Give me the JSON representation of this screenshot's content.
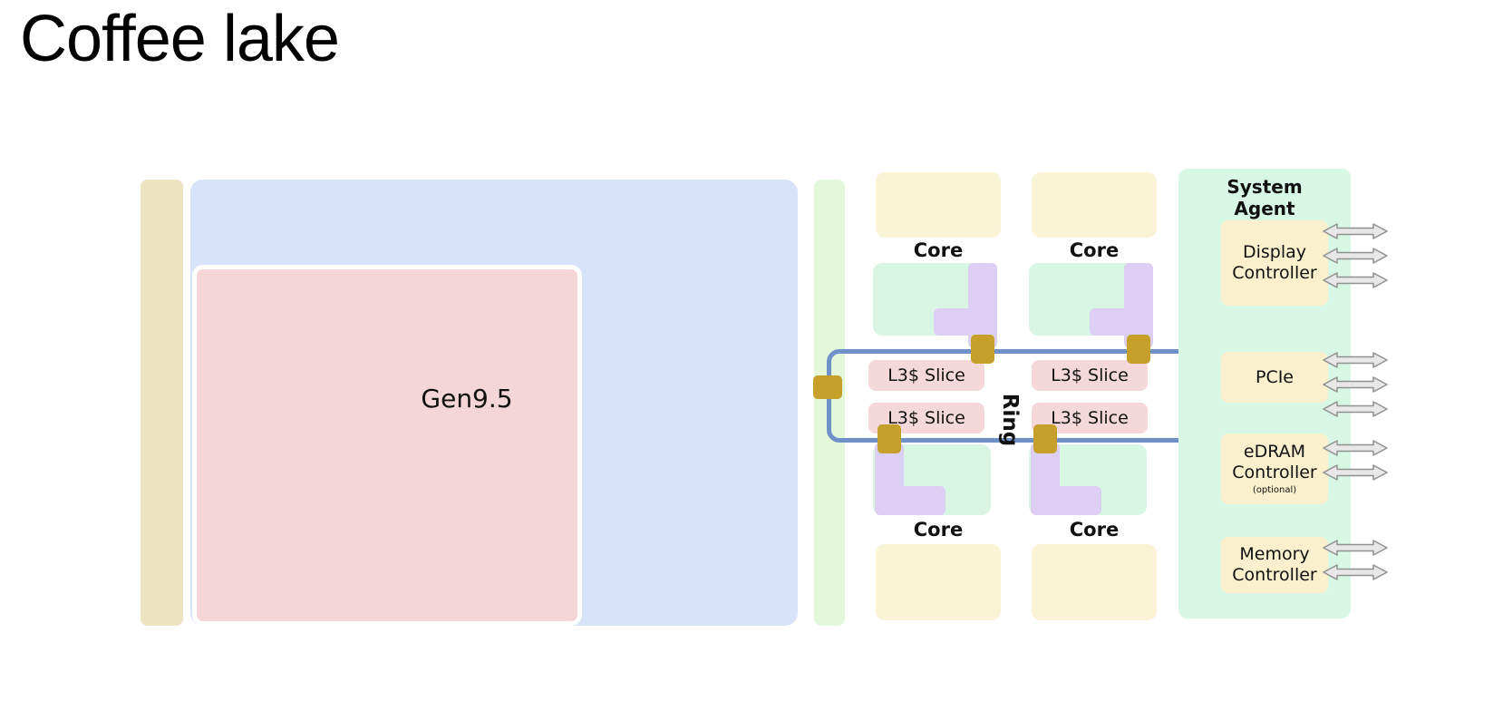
{
  "title": "Coffee lake",
  "gpu": {
    "label": "Gen9.5"
  },
  "cores": [
    {
      "label": "Core"
    },
    {
      "label": "Core"
    },
    {
      "label": "Core"
    },
    {
      "label": "Core"
    }
  ],
  "l3_slices": [
    {
      "label": "L3$ Slice"
    },
    {
      "label": "L3$ Slice"
    },
    {
      "label": "L3$ Slice"
    },
    {
      "label": "L3$ Slice"
    }
  ],
  "ring": {
    "label": "Ring"
  },
  "system_agent": {
    "title": "System Agent",
    "blocks": [
      {
        "label": "Display Controller",
        "arrows": 3
      },
      {
        "label": "PCIe",
        "arrows": 3
      },
      {
        "label": "eDRAM Controller",
        "sublabel": "(optional)",
        "arrows": 2
      },
      {
        "label": "Memory Controller",
        "arrows": 2
      }
    ]
  },
  "colors": {
    "tan-bar": "#ece3c1",
    "blue-block": "#d7e3f8",
    "gpu-pink": "#f5d6d6",
    "green-bar": "#e3f7d9",
    "core-cream": "#fbf3d5",
    "core-mint": "#d8f6e3",
    "core-purple": "#dccff3",
    "l3-pink": "#f5d8da",
    "ring-blue": "#7090c8",
    "gold": "#c6a02b",
    "sa-mint": "#d8f8e5",
    "sa-cream": "#faf0cd",
    "arrow-fill": "#e8e8e8",
    "arrow-stroke": "#909090"
  }
}
